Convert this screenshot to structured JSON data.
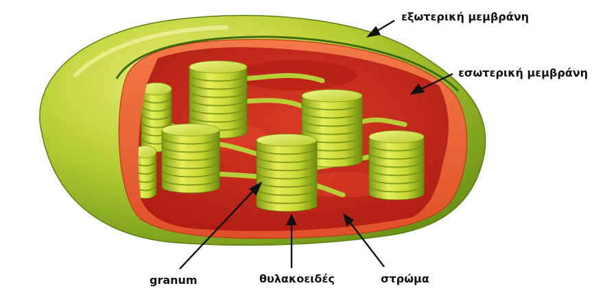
{
  "labels": {
    "outer_membrane": "εξωτερική μεμβράνη",
    "inner_membrane": "εσωτερική μεμβράνη",
    "granum": "granum",
    "thylakoid": "θυλακοειδές",
    "stroma": "στρώμα"
  },
  "colors": {
    "outer_membrane": "#a8c42a",
    "inner_membrane": "#e8502a",
    "stroma": "#c8281a",
    "thylakoid": "#d4e23a",
    "label_text": "#111111"
  }
}
